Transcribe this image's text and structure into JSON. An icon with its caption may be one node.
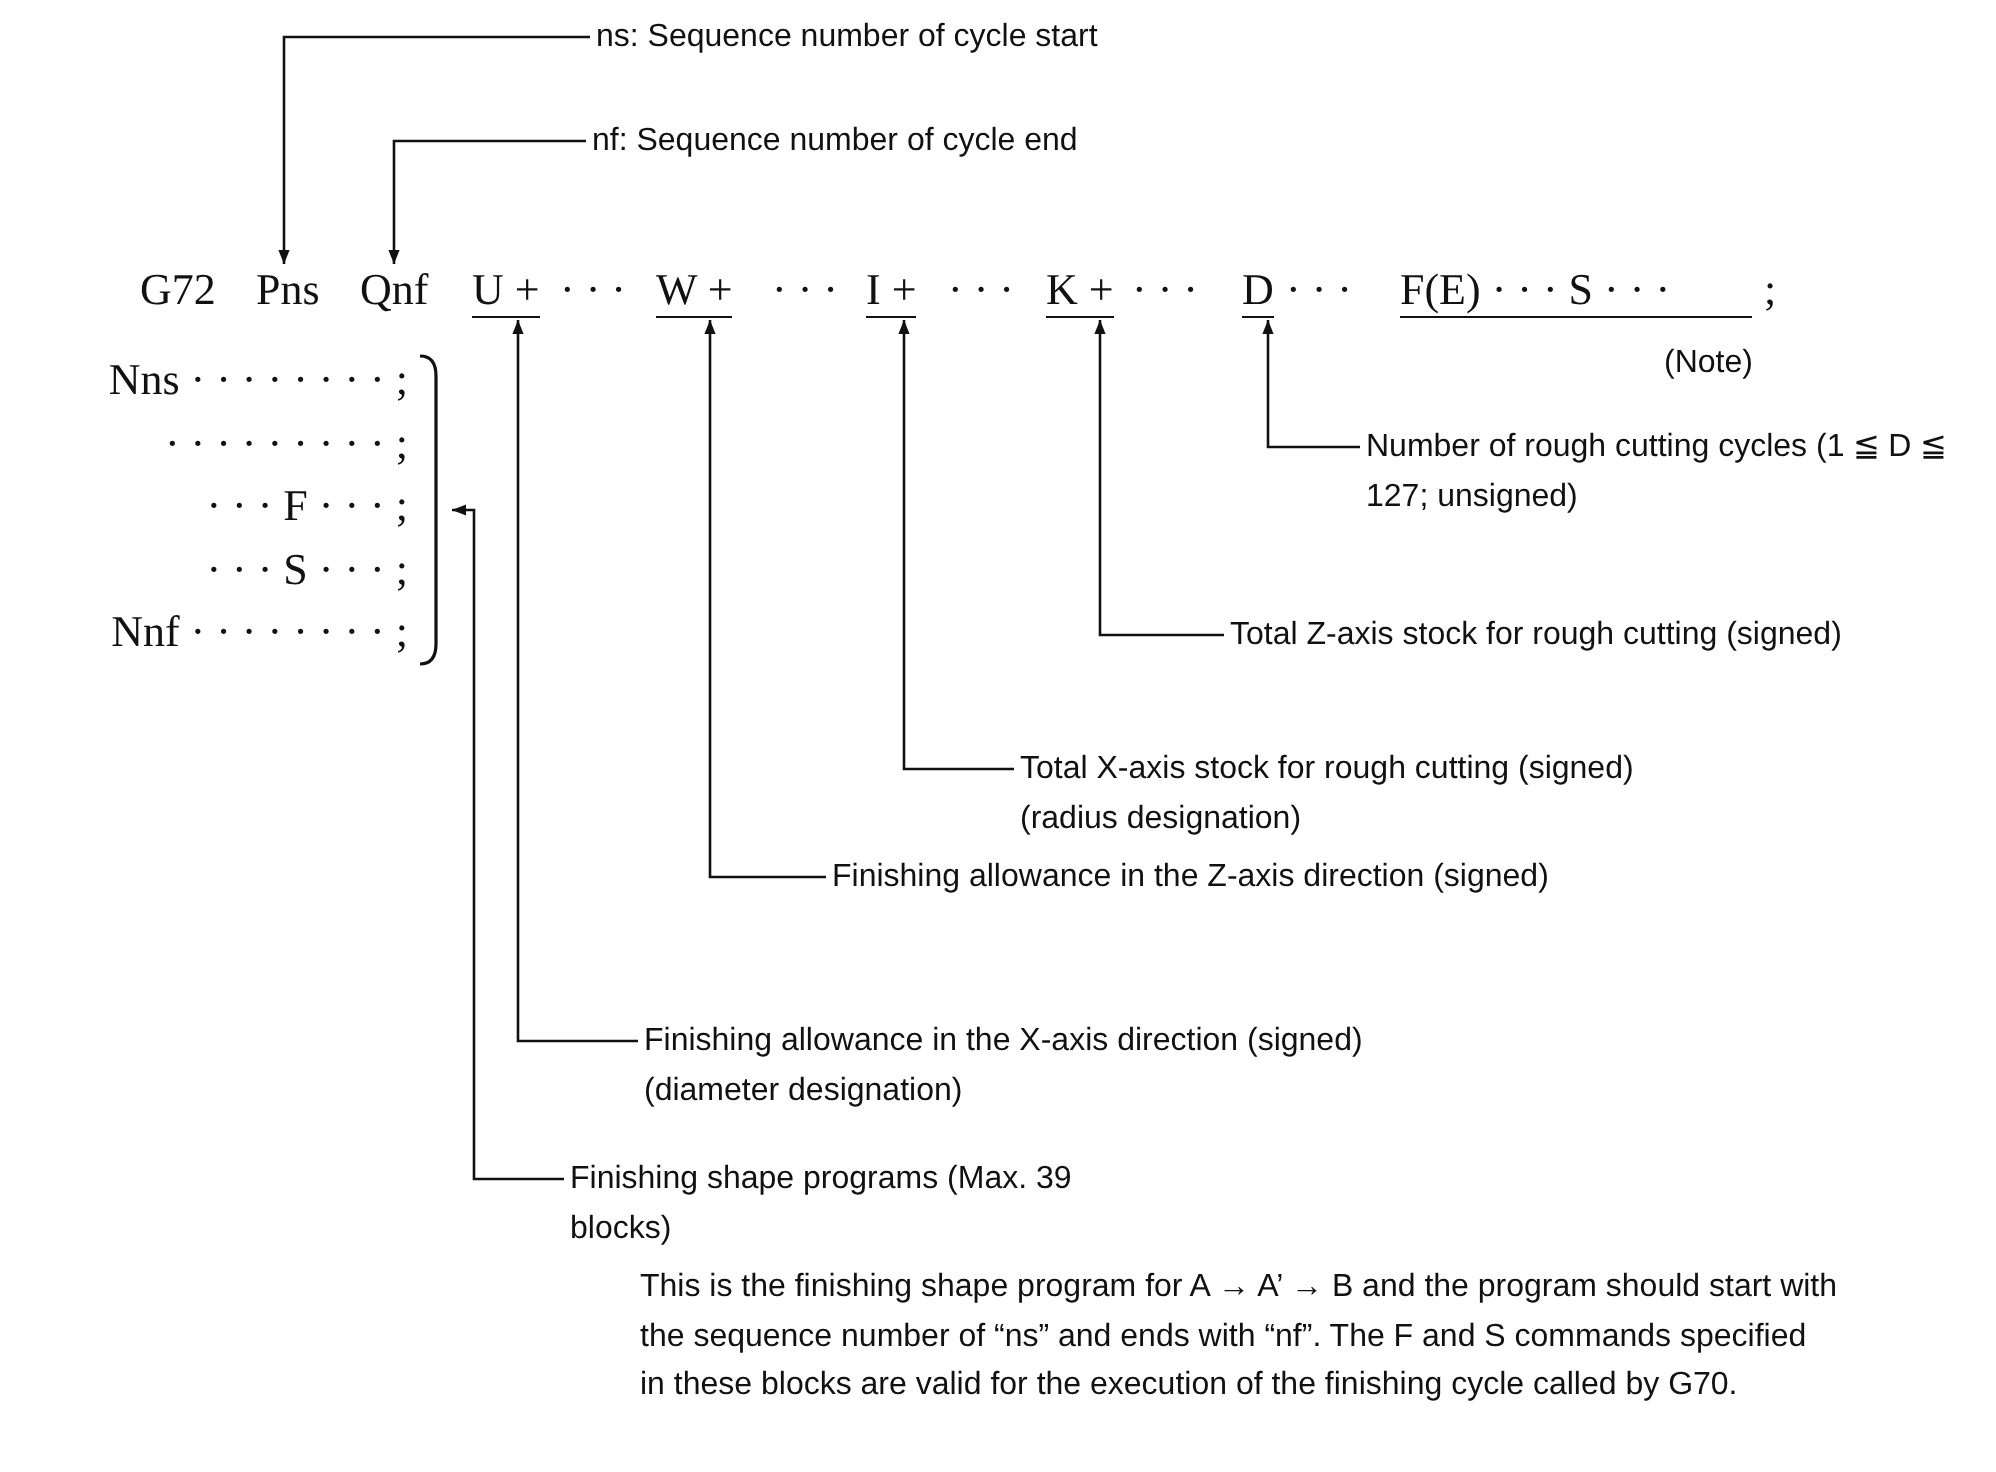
{
  "diagram": {
    "nodes": [
      {
        "text": [
          "ns:  Sequence number of cycle start"
        ]
      },
      {
        "text": [
          "nf:  Sequence number of cycle end"
        ]
      },
      {
        "text": [
          "G72"
        ]
      },
      {
        "text": [
          "Pns"
        ]
      },
      {
        "text": [
          "Qnf"
        ]
      },
      {
        "text": [
          "U +"
        ]
      },
      {
        "text": [
          "W +"
        ]
      },
      {
        "text": [
          "I +"
        ]
      },
      {
        "text": [
          "K +"
        ]
      },
      {
        "text": [
          "D"
        ]
      },
      {
        "text": [
          "F(E) · · · S · · ·"
        ],
        "beside": [
          "(Note)"
        ]
      },
      {
        "text": [
          "Number of rough cutting cycles (1 ≦ D ≦ 127; unsigned)"
        ]
      },
      {
        "text": [
          "Total Z-axis stock for rough cutting (signed)"
        ]
      },
      {
        "text": [
          "Total X-axis stock for rough cutting (signed) (radius designation)"
        ]
      },
      {
        "text": [
          "Finishing allowance in the Z-axis direction (signed)"
        ]
      },
      {
        "text": [
          "Finishing allowance in the X-axis direction (signed) (diameter designation)"
        ]
      },
      {
        "text": [
          "Finishing shape programs (Max. 39 blocks)",
          "This is the finishing shape program for A → A’ → B and the program should start with the sequence number of “ns” and ends with “nf”. The F and S commands specified in these blocks are valid for the execution of the finishing cycle called by G70."
        ]
      },
      {
        "text": [
          "Nns · · · · · · · · ;",
          "· · · · · · · · · ;",
          "· · · F · · · ;",
          "· · · S · · · ;",
          "Nnf · · · · · · · · ;"
        ]
      }
    ],
    "edges": [
      {
        "from": 0,
        "to": 3,
        "arrow": "to"
      },
      {
        "from": 1,
        "to": 4,
        "arrow": "to"
      },
      {
        "from": 11,
        "to": 9,
        "arrow": "to"
      },
      {
        "from": 12,
        "to": 8,
        "arrow": "to"
      },
      {
        "from": 13,
        "to": 7,
        "arrow": "to"
      },
      {
        "from": 14,
        "to": 6,
        "arrow": "to"
      },
      {
        "from": 15,
        "to": 5,
        "arrow": "to"
      },
      {
        "from": 16,
        "to": 17,
        "arrow": "to"
      }
    ],
    "labels": [
      "· · ·",
      "· · ·",
      "· · ·",
      "· · ·",
      "· · ·",
      ";"
    ]
  }
}
